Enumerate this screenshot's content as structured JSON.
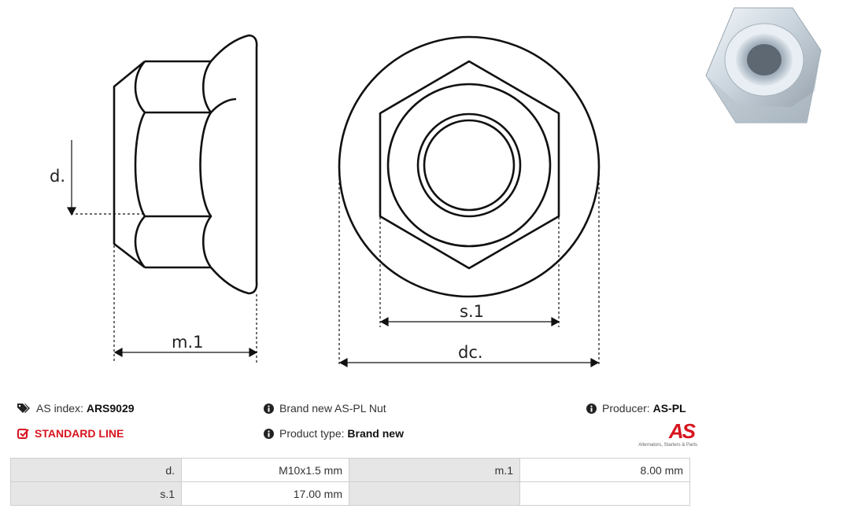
{
  "dimension_labels": {
    "d": "d.",
    "m1": "m.1",
    "s1": "s.1",
    "dc": "dc."
  },
  "info": {
    "as_index_label": "AS index:",
    "as_index_value": "ARS9029",
    "standard_line": "STANDARD LINE",
    "description": "Brand new AS-PL Nut",
    "product_type_label": "Product type:",
    "product_type_value": "Brand new",
    "producer_label": "Producer:",
    "producer_value": "AS-PL"
  },
  "logo": {
    "mark": "AS",
    "tagline": "Alternators, Starters & Parts"
  },
  "specs": [
    {
      "label1": "d.",
      "value1": "M10x1.5 mm",
      "label2": "m.1",
      "value2": "8.00 mm"
    },
    {
      "label1": "s.1",
      "value1": "17.00 mm",
      "label2": "",
      "value2": ""
    }
  ],
  "colors": {
    "accent": "#d7141f",
    "label_bg": "#e6e6e6",
    "border": "#cfcfcf"
  },
  "icons": [
    "tags-icon",
    "info-icon",
    "checkbox-icon"
  ]
}
